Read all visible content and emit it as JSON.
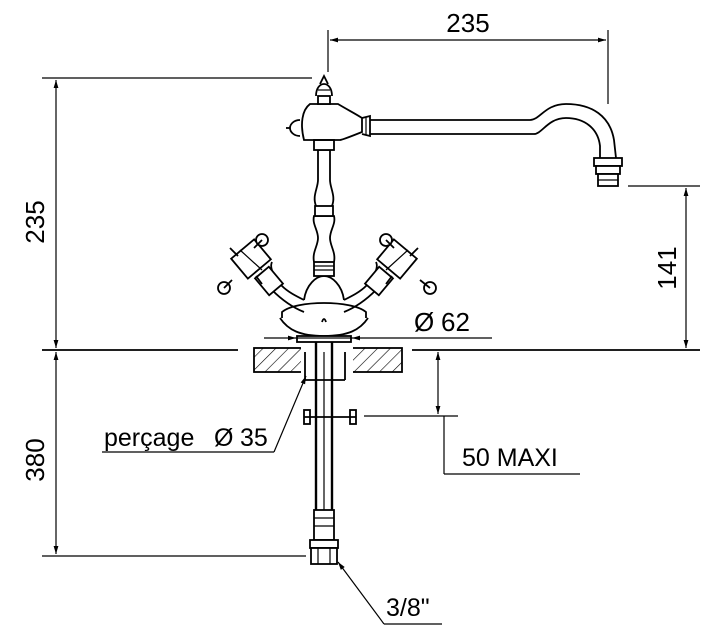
{
  "dimensions": {
    "spout_reach": "235",
    "overall_height": "235",
    "spout_height": "141",
    "base_diameter": "62",
    "shank_length": "380",
    "hole_label": "perçage",
    "hole_diameter": "35",
    "deck_thickness": "50 MAXI",
    "connection": "3/8\""
  },
  "symbols": {
    "diameter_glyph": "Ø"
  }
}
